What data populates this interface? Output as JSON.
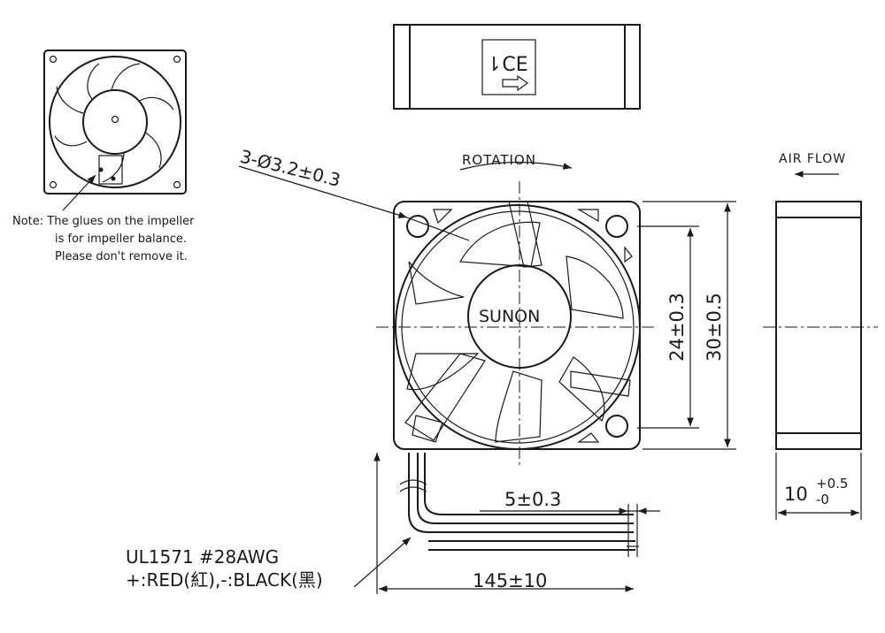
{
  "note": {
    "line1": "Note: The glues on the impeller",
    "line2": "is for impeller balance.",
    "line3": "Please don't remove it."
  },
  "holes_label": "3-Ø3.2±0.3",
  "rotation_label": "ROTATION",
  "airflow_label": "AIR FLOW",
  "brand": "SUNON",
  "dimensions": {
    "inner": "24±0.3",
    "outer": "30±0.5",
    "depth_main": "10",
    "depth_tol_upper": "+0.5",
    "depth_tol_lower": "-0",
    "strip": "5±0.3",
    "lead_length": "145±10"
  },
  "wire": {
    "spec": "UL1571  #28AWG",
    "colors": "+:RED(紅),-:BLACK(黑)"
  }
}
